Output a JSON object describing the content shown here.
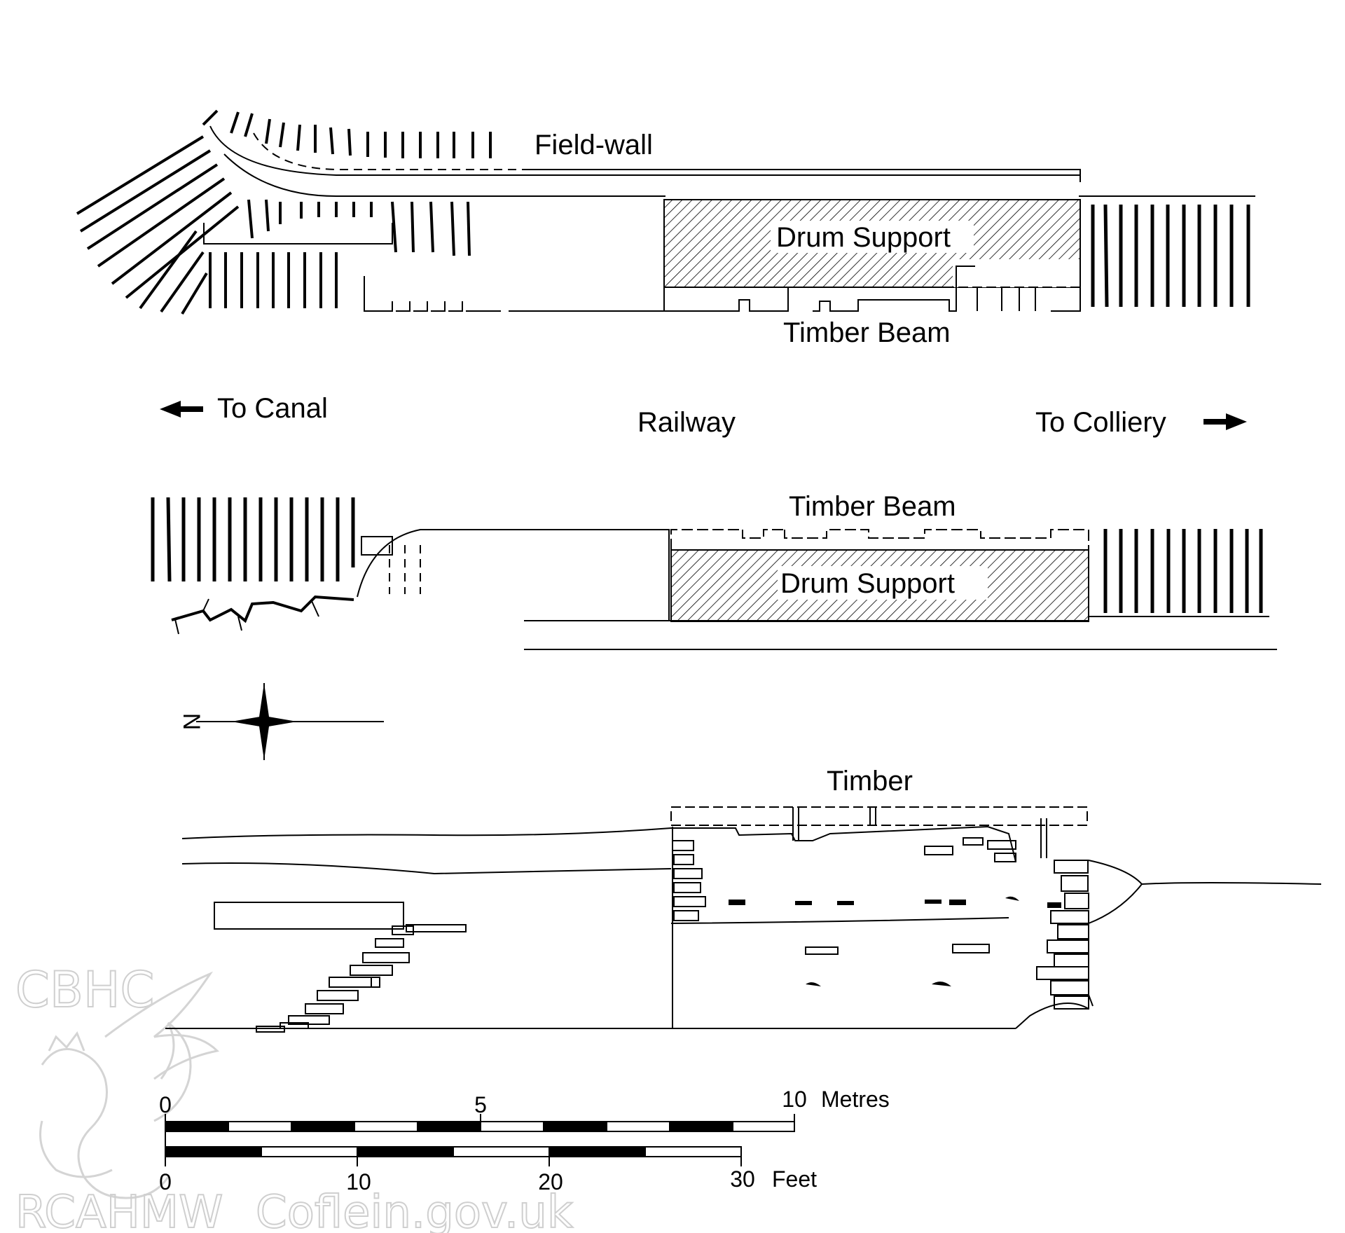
{
  "plan": {
    "field_wall": "Field-wall",
    "drum_support": "Drum Support",
    "timber_beam": "Timber Beam"
  },
  "directions": {
    "to_canal": "To Canal",
    "railway": "Railway",
    "to_colliery": "To Colliery"
  },
  "plan_lower": {
    "timber_beam": "Timber Beam",
    "drum_support": "Drum Support"
  },
  "north_arrow": {
    "letter": "N"
  },
  "elevation": {
    "timber": "Timber"
  },
  "scale": {
    "metres_ticks": [
      "0",
      "5",
      "10"
    ],
    "metres_unit": "Metres",
    "feet_ticks": [
      "0",
      "10",
      "20",
      "30"
    ],
    "feet_unit": "Feet"
  },
  "watermark": {
    "top": "CBHC",
    "bottom_left": "RCAHMW",
    "bottom_right": "Coflein.gov.uk"
  }
}
